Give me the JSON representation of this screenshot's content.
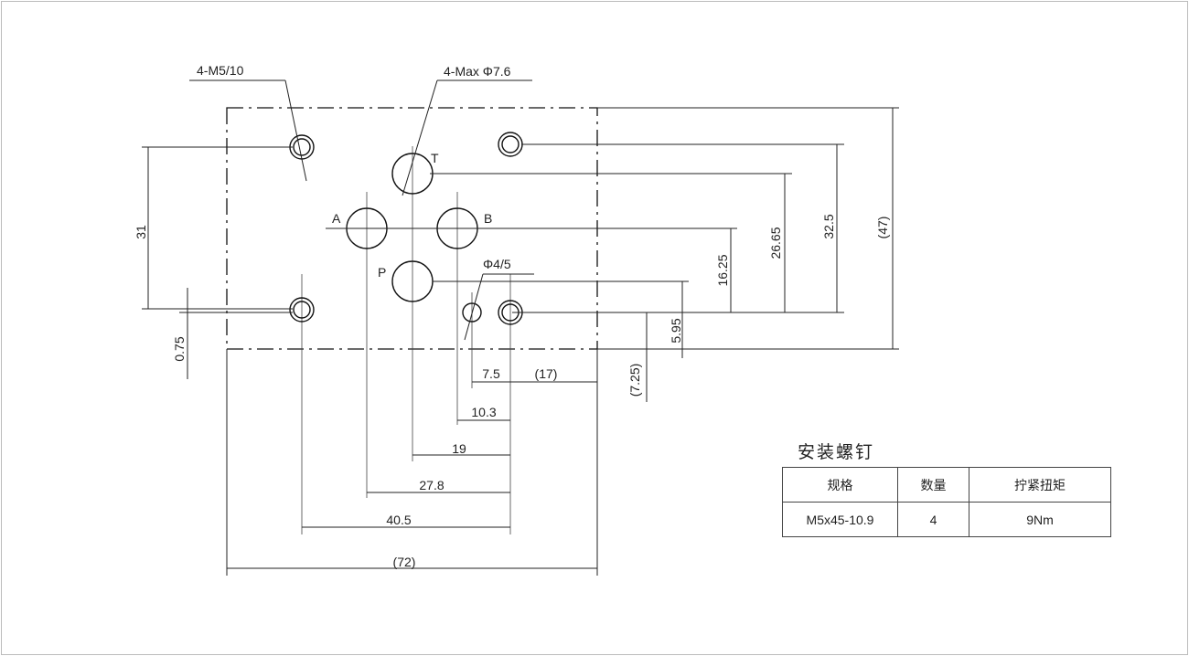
{
  "ports": {
    "a": "A",
    "b": "B",
    "t": "T",
    "p": "P"
  },
  "callouts": {
    "thread": "4-M5/10",
    "port_diameter": "4-Max Φ7.6",
    "pin": "Φ4/5"
  },
  "dimensions": {
    "d31": "31",
    "d075": "0.75",
    "d725": "(7.25)",
    "d595": "5.95",
    "d1625": "16.25",
    "d2665": "26.65",
    "d325": "32.5",
    "d47": "(47)",
    "d75": "7.5",
    "d17": "(17)",
    "d103": "10.3",
    "d19": "19",
    "d278": "27.8",
    "d405": "40.5",
    "d72": "(72)"
  },
  "screw_table": {
    "title": "安装螺钉",
    "headers": [
      "规格",
      "数量",
      "拧紧扭矩"
    ],
    "row": [
      "M5x45-10.9",
      "4",
      "9Nm"
    ]
  }
}
